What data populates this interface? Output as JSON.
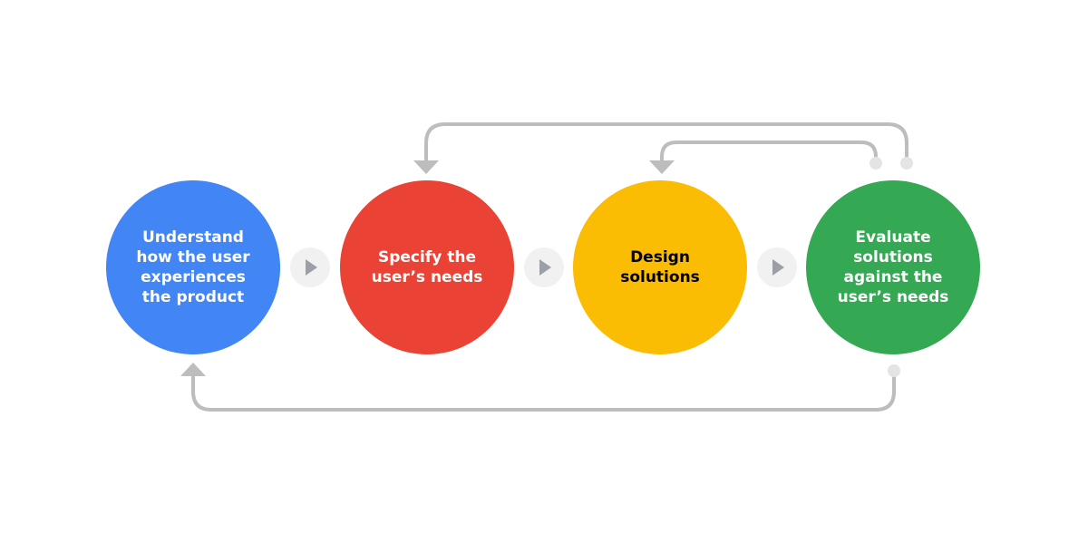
{
  "stages": [
    {
      "label": "Understand\nhow the user\nexperiences\nthe product",
      "color": "#4285F4",
      "text_color": "#ffffff"
    },
    {
      "label": "Specify the\nuser’s needs",
      "color": "#EA4335",
      "text_color": "#ffffff"
    },
    {
      "label": "Design\nsolutions",
      "color": "#FBBC04",
      "text_color": "#000000"
    },
    {
      "label": "Evaluate\nsolutions\nagainst the\nuser’s needs",
      "color": "#34A853",
      "text_color": "#ffffff"
    }
  ],
  "flow": {
    "forward_icon": "play-arrow-icon",
    "forward_icon_color": "#9aa0a6",
    "forward_bg": "#f1f1f1",
    "connector_color": "#bdbdbd",
    "feedback_loops": [
      {
        "from": 4,
        "to": 3
      },
      {
        "from": 4,
        "to": 2
      },
      {
        "from": 4,
        "to": 1
      }
    ]
  }
}
